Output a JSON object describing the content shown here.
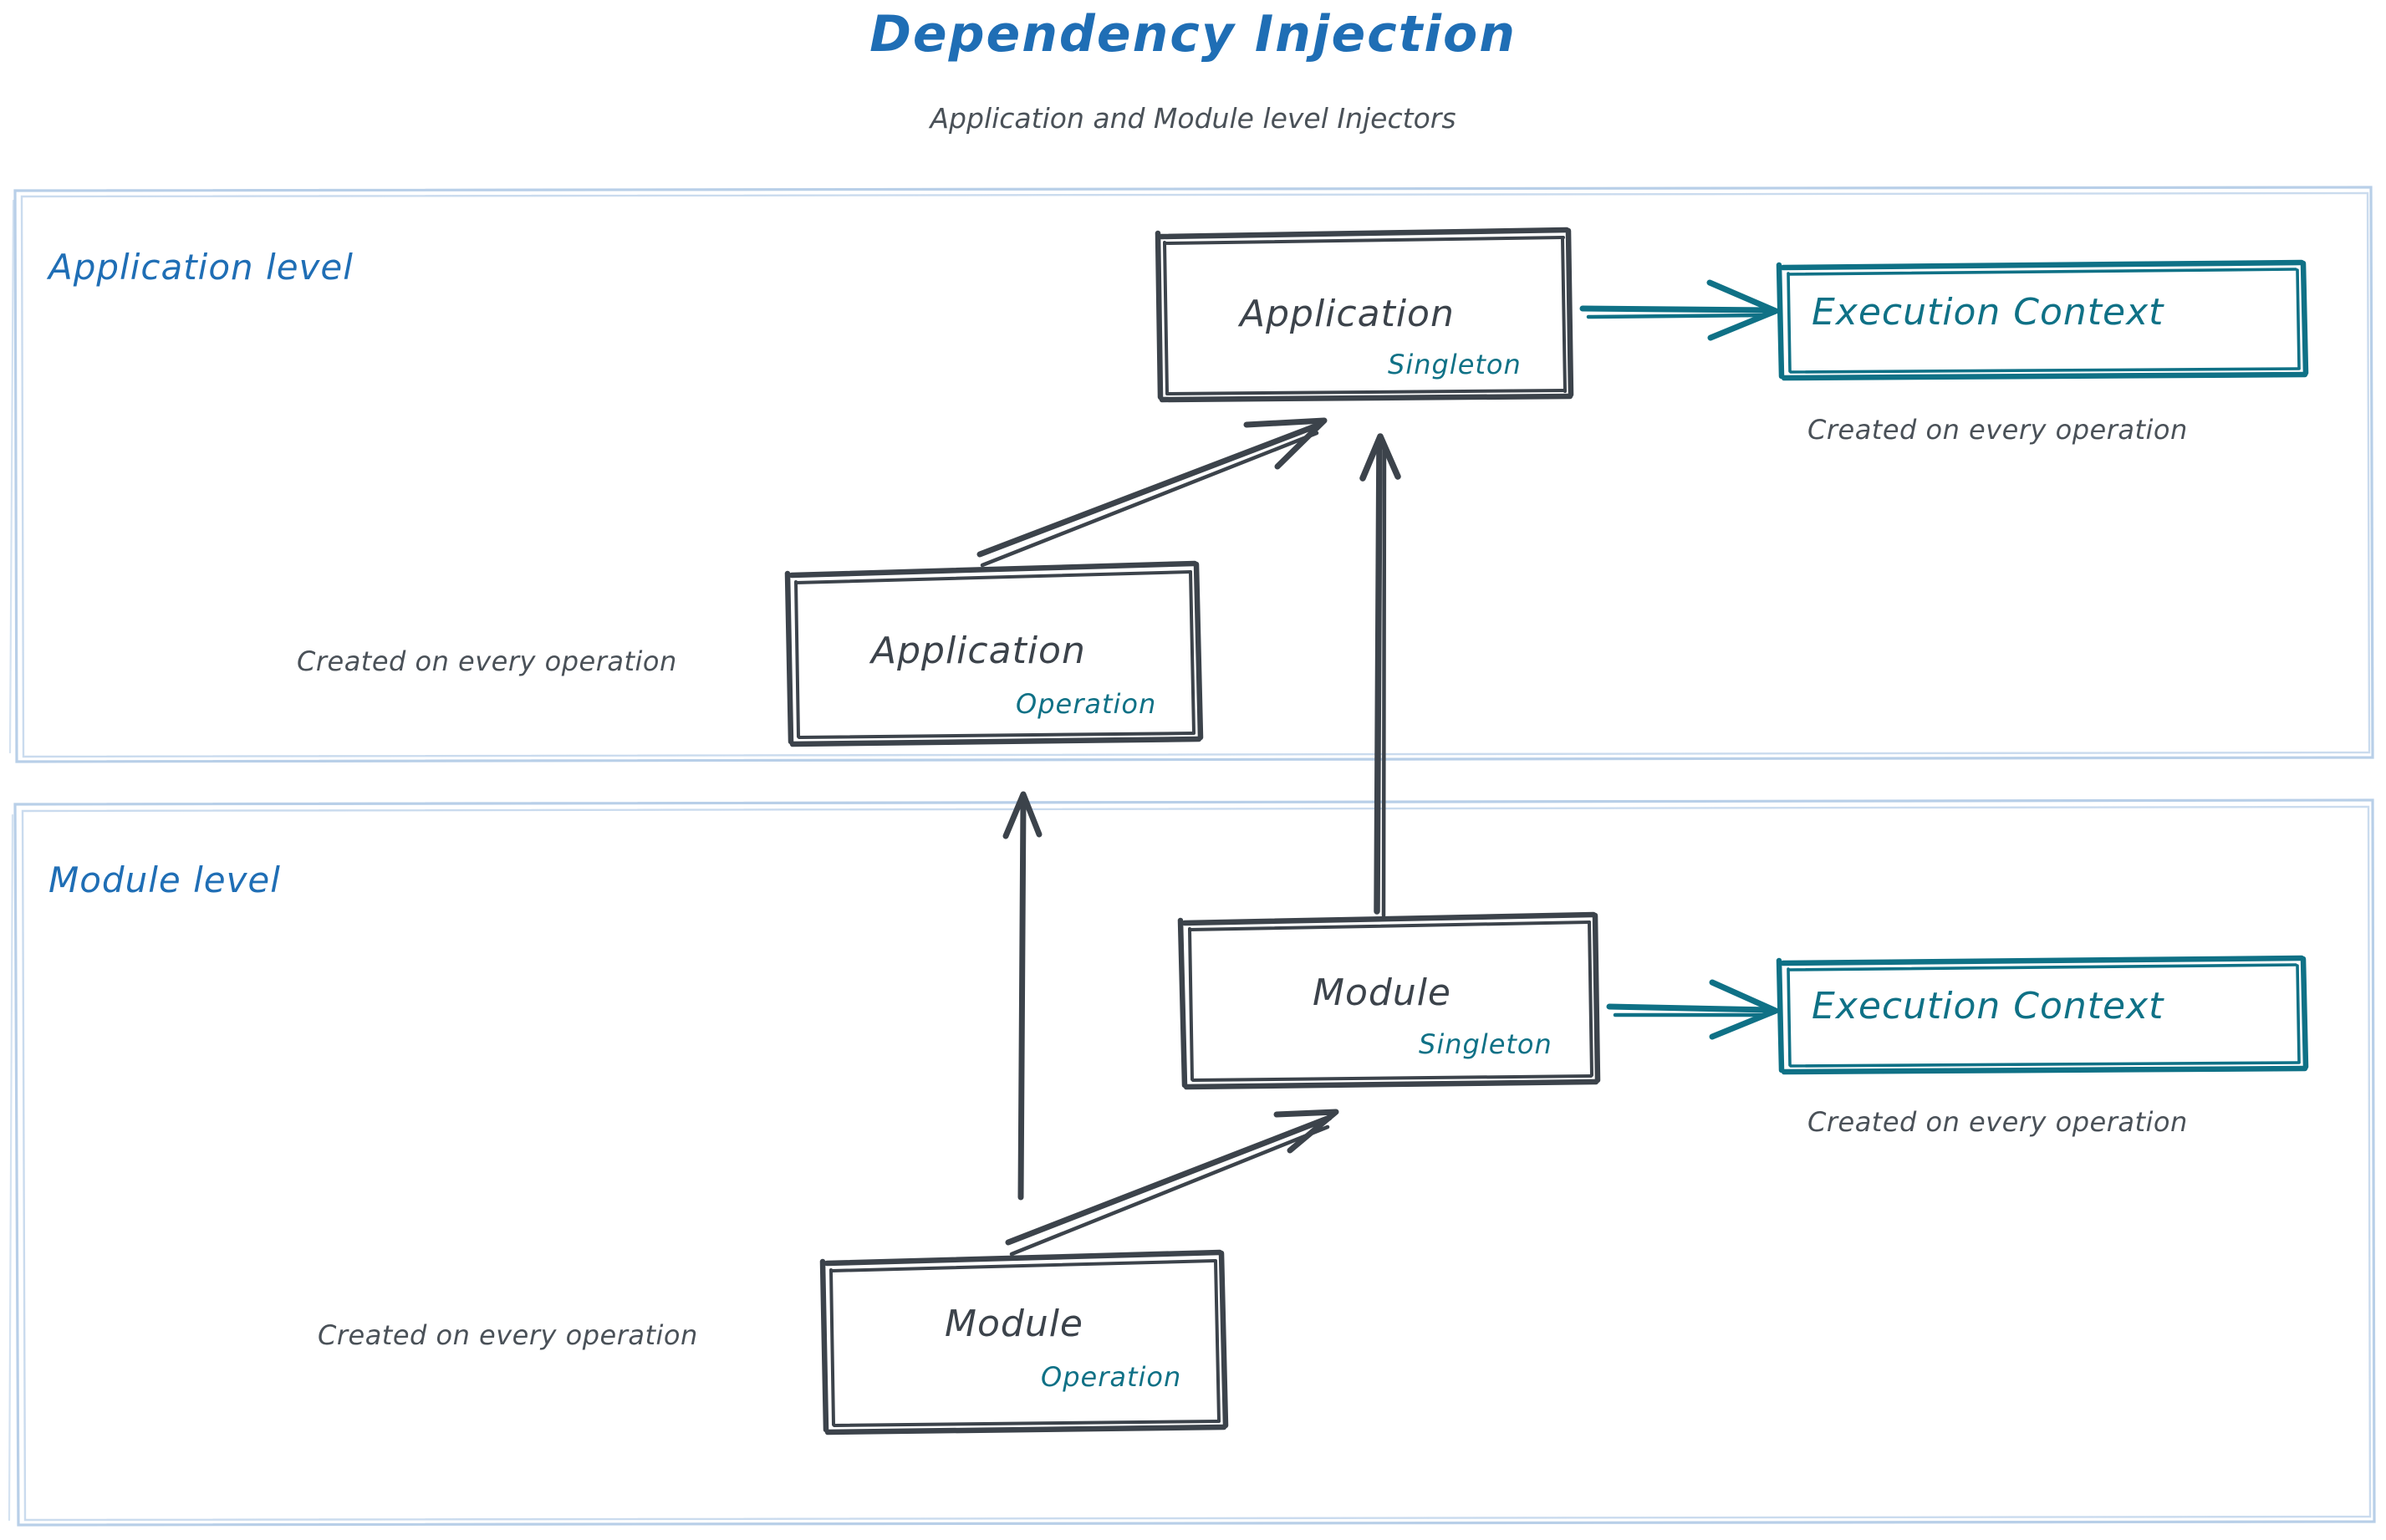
{
  "diagram": {
    "title": "Dependency Injection",
    "subtitle": "Application and Module level Injectors",
    "colors": {
      "title_blue": "#1f6eb5",
      "lane_border": "#b8cfe8",
      "node_stroke": "#3c434b",
      "accent_teal": "#0f7186",
      "caption_gray": "#4a5158",
      "background": "#ffffff"
    }
  },
  "lanes": [
    {
      "id": "application-level",
      "label": "Application level"
    },
    {
      "id": "module-level",
      "label": "Module level"
    }
  ],
  "nodes": {
    "app_singleton": {
      "title": "Application",
      "scope": "Singleton"
    },
    "app_operation": {
      "title": "Application",
      "scope": "Operation",
      "caption": "Created on every operation"
    },
    "mod_singleton": {
      "title": "Module",
      "scope": "Singleton"
    },
    "mod_operation": {
      "title": "Module",
      "scope": "Operation",
      "caption": "Created on every operation"
    },
    "ctx_top": {
      "title": "Execution Context",
      "caption": "Created on every operation"
    },
    "ctx_bottom": {
      "title": "Execution Context",
      "caption": "Created on every operation"
    }
  },
  "edges": [
    {
      "id": "app-singleton-to-ctx-top",
      "from": "app_singleton",
      "to": "ctx_top",
      "style": "teal-arrow"
    },
    {
      "id": "mod-singleton-to-ctx-bottom",
      "from": "mod_singleton",
      "to": "ctx_bottom",
      "style": "teal-arrow"
    },
    {
      "id": "app-operation-to-app-singleton",
      "from": "app_operation",
      "to": "app_singleton",
      "style": "dark-arrow"
    },
    {
      "id": "mod-singleton-to-app-singleton",
      "from": "mod_singleton",
      "to": "app_singleton",
      "style": "dark-arrow"
    },
    {
      "id": "mod-operation-to-app-operation",
      "from": "mod_operation",
      "to": "app_operation",
      "style": "dark-arrow"
    },
    {
      "id": "mod-operation-to-mod-singleton",
      "from": "mod_operation",
      "to": "mod_singleton",
      "style": "dark-arrow"
    }
  ]
}
